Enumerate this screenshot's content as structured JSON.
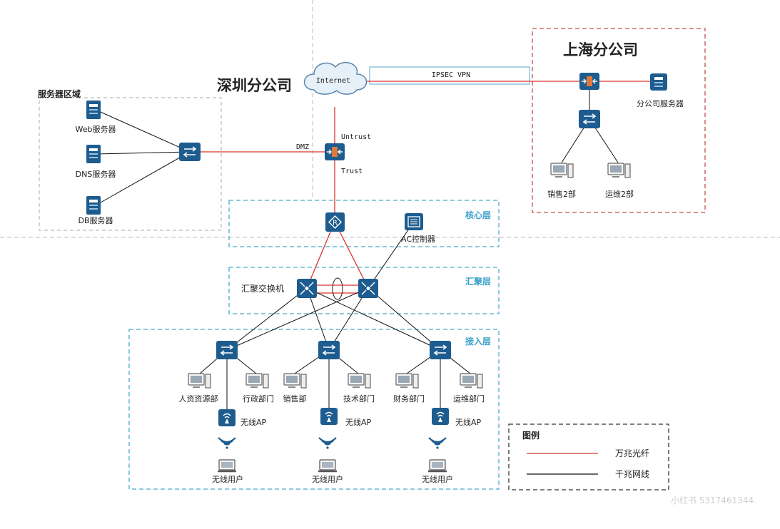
{
  "titles": {
    "shenzhen": "深圳分公司",
    "shanghai": "上海分公司"
  },
  "server_area": {
    "title": "服务器区域",
    "web": "Web服务器",
    "dns": "DNS服务器",
    "db": "DB服务器"
  },
  "internet": {
    "label": "Internet",
    "vpn": "IPSEC VPN"
  },
  "firewall": {
    "untrust": "Untrust",
    "trust": "Trust",
    "dmz": "DMZ"
  },
  "shanghai_branch": {
    "server": "分公司服务器",
    "sales": "销售2部",
    "ops": "运维2部"
  },
  "layers": {
    "core": "核心层",
    "aggregation": "汇聚层",
    "access": "接入层"
  },
  "core": {
    "ac": "AC控制器"
  },
  "aggregation": {
    "switch_label": "汇聚交换机"
  },
  "access": {
    "hr": "人资资源部",
    "admin": "行政部门",
    "sales": "销售部",
    "tech": "技术部门",
    "finance": "财务部门",
    "ops": "运维部门",
    "ap": "无线AP",
    "wireless_user": "无线用户"
  },
  "legend": {
    "title": "图例",
    "fiber": "万兆光纤",
    "copper": "千兆网线"
  },
  "colors": {
    "fiber": "#d9342b",
    "copper": "#111111",
    "device": "#1d5c8f",
    "zone": "#4aaccc",
    "legend_box": "#333333"
  },
  "watermark": "小红书 5317461344"
}
